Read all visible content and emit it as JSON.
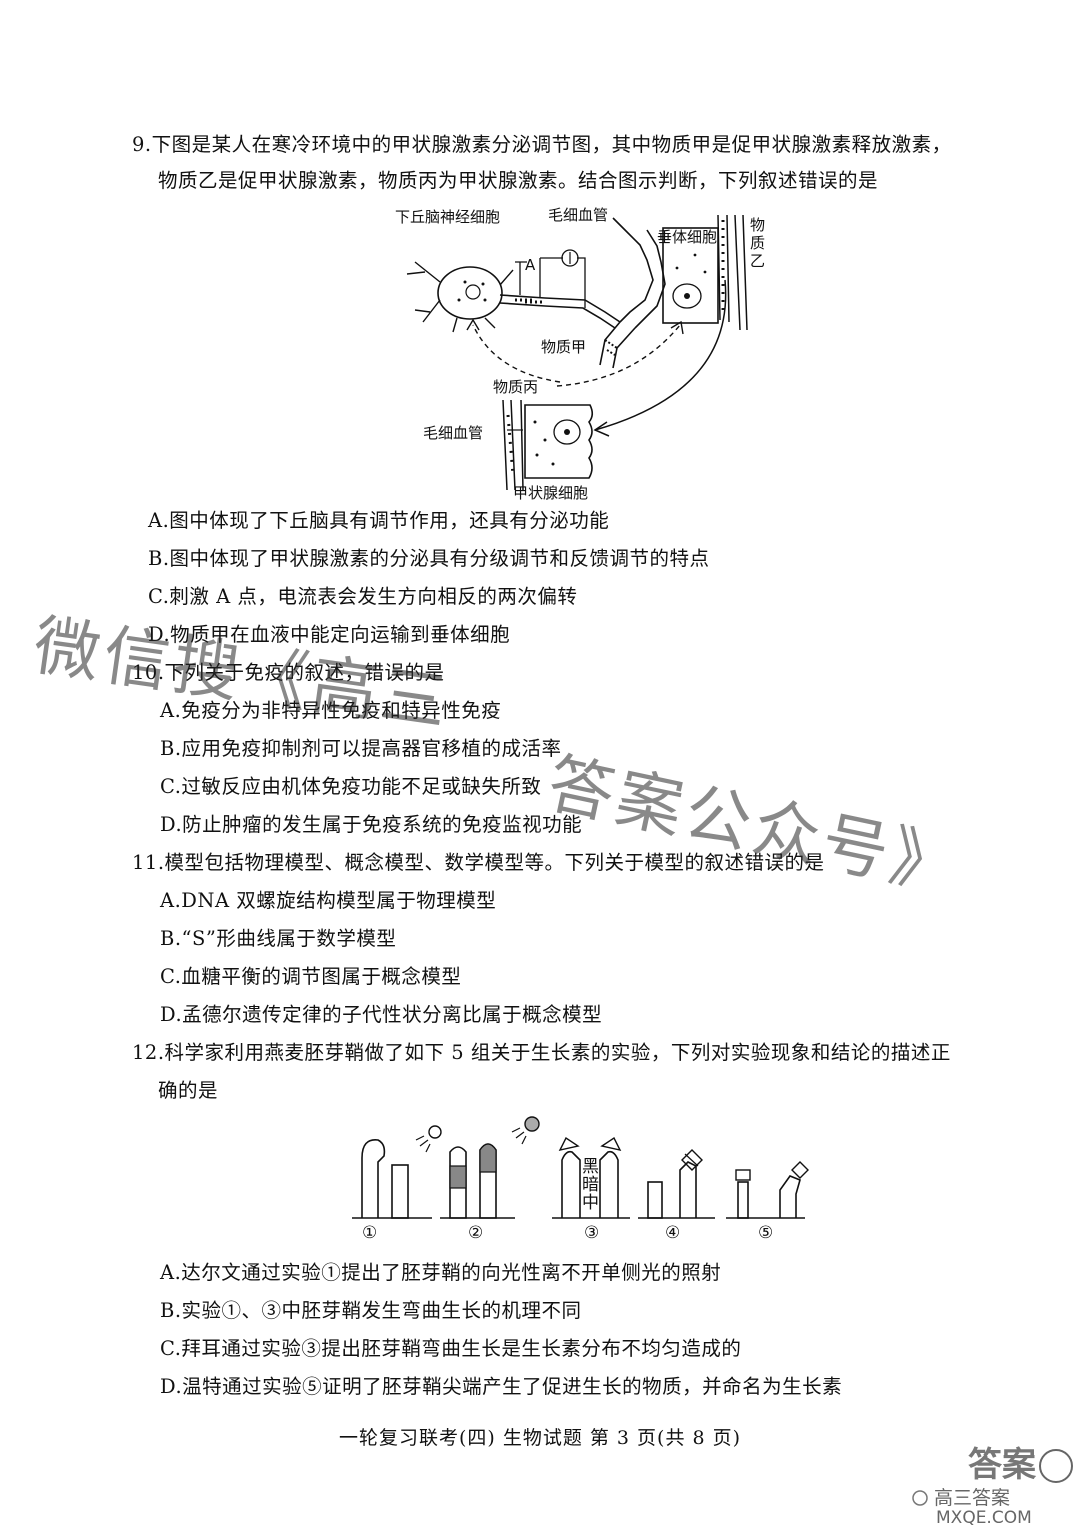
{
  "q9": {
    "stem1": "9.下图是某人在寒冷环境中的甲状腺激素分泌调节图，其中物质甲是促甲状腺激素释放激素，",
    "stem2": "物质乙是促甲状腺激素，物质丙为甲状腺激素。结合图示判断，下列叙述错误的是",
    "figure": {
      "hypothalamus": "下丘脑神经细胞",
      "capillary_top": "毛细血管",
      "pituitary": "垂体细胞",
      "substance_b1": "物",
      "substance_b2": "质",
      "substance_b3": "乙",
      "point_a": "A",
      "substance_a": "物质甲",
      "substance_c": "物质丙",
      "capillary_bottom": "毛细血管",
      "thyroid": "甲状腺细胞"
    },
    "options": [
      "A.图中体现了下丘脑具有调节作用，还具有分泌功能",
      "B.图中体现了甲状腺激素的分泌具有分级调节和反馈调节的特点",
      "C.刺激 A 点，电流表会发生方向相反的两次偏转",
      "D.物质甲在血液中能定向运输到垂体细胞"
    ]
  },
  "q10": {
    "stem": "10.下列关于免疫的叙述，错误的是",
    "options": [
      "A.免疫分为非特异性免疫和特异性免疫",
      "B.应用免疫抑制剂可以提高器官移植的成活率",
      "C.过敏反应由机体免疫功能不足或缺失所致",
      "D.防止肿瘤的发生属于免疫系统的免疫监视功能"
    ]
  },
  "q11": {
    "stem": "11.模型包括物理模型、概念模型、数学模型等。下列关于模型的叙述错误的是",
    "options": [
      "A.DNA 双螺旋结构模型属于物理模型",
      "B.“S”形曲线属于数学模型",
      "C.血糖平衡的调节图属于概念模型",
      "D.孟德尔遗传定律的子代性状分离比属于概念模型"
    ]
  },
  "q12": {
    "stem1": "12.科学家利用燕麦胚芽鞘做了如下 5 组关于生长素的实验，下列对实验现象和结论的描述正",
    "stem2": "确的是",
    "figure": {
      "dark1": "黑",
      "dark2": "暗",
      "dark3": "中",
      "labels": [
        "①",
        "②",
        "③",
        "④",
        "⑤"
      ]
    },
    "options": [
      "A.达尔文通过实验①提出了胚芽鞘的向光性离不开单侧光的照射",
      "B.实验①、③中胚芽鞘发生弯曲生长的机理不同",
      "C.拜耳通过实验③提出胚芽鞘弯曲生长是生长素分布不均匀造成的",
      "D.温特通过实验⑤证明了胚芽鞘尖端产生了促进生长的物质，并命名为生长素"
    ]
  },
  "footer": "一轮复习联考(四) 生物试题 第 3 页(共 8 页)",
  "watermark": {
    "part1": "微信搜《高三",
    "part2": "答案公众号》"
  },
  "logo": {
    "top": "答案",
    "bottom1": "高三答案",
    "bottom2": "MXQE.COM"
  }
}
